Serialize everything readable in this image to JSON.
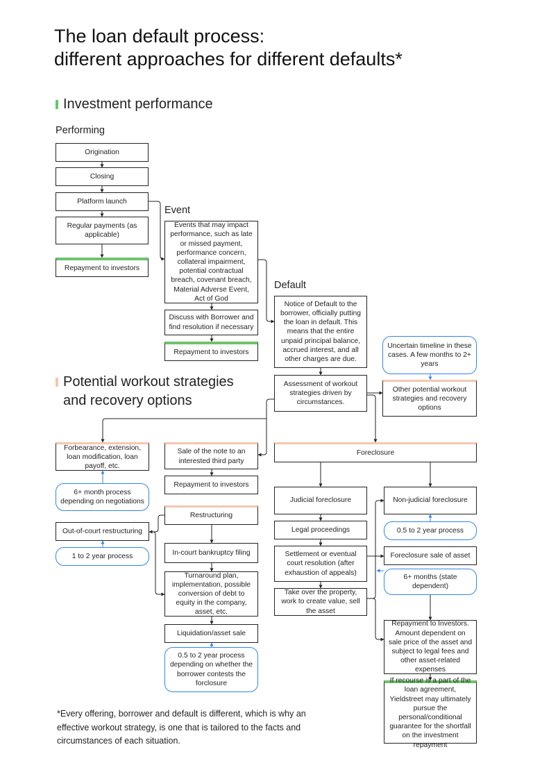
{
  "header": {
    "title_line1": "The loan default process:",
    "title_line2": "different approaches for different defaults*"
  },
  "sections": {
    "investment_performance": "Investment performance",
    "workout_strategies_line1": "Potential workout strategies",
    "workout_strategies_line2": "and recovery options"
  },
  "colors": {
    "performance_bar": "#6cc46a",
    "workout_bar": "#f4c7ae",
    "timeline_border": "#2f86e8",
    "repayment_accent": "#6cc46a",
    "strategy_accent": "#f4c7ae"
  },
  "phases": {
    "performing": "Performing",
    "event": "Event",
    "default": "Default"
  },
  "boxes": {
    "origination": "Origination",
    "closing": "Closing",
    "platform_launch": "Platform launch",
    "regular_payments": "Regular payments (as applicable)",
    "repayment_performing": "Repayment to investors",
    "events_impact": "Events that may impact performance, such as late or missed payment, performance concern, collateral impairment, potential contractual breach, covenant breach, Material Adverse Event, Act of God",
    "discuss_borrower": "Discuss with Borrower and find resolution if necessary",
    "repayment_event": "Repayment to investors",
    "notice_default": "Notice of Default to the borrower, officially putting the loan in default. This means that the entire unpaid principal balance, accrued interest, and all other charges are due.",
    "assessment": "Assessment of workout strategies driven by circumstances.",
    "uncertain_timeline": "Uncertain timeline in these cases. A few months to 2+ years",
    "other_strategies": "Other potential workout strategies and recovery options",
    "forbearance": "Forbearance, extension, loan modification, loan payoff, etc.",
    "sale_note": "Sale of the note to an interested third party",
    "foreclosure": "Foreclosure",
    "repayment_sale": "Repayment to investors",
    "six_month_negotiations": "6+ month process depending on negotiations",
    "judicial_foreclosure": "Judicial foreclosure",
    "nonjudicial_foreclosure": "Non-judicial foreclosure",
    "restructuring": "Restructuring",
    "out_of_court": "Out-of-court restructuring",
    "legal_proceedings": "Legal proceedings",
    "half_to_two_years": "0.5 to 2 year process",
    "one_to_two_years": "1 to 2 year process",
    "bankruptcy_filing": "In-court bankruptcy filing",
    "settlement": "Settlement or eventual court resolution (after exhaustion of appeals)",
    "foreclosure_sale": "Foreclosure sale of asset",
    "six_months_state": "6+ months (state dependent)",
    "turnaround_plan": "Turnaround plan, implementation, possible conversion of debt to equity in the company, asset, etc.",
    "take_over_property": "Take over the property, work to create value, sell the asset",
    "liquidation": "Liquidation/asset sale",
    "repayment_amount": "Repayment to Investors. Amount dependent on sale price of the asset and subject to legal fees and other asset-related expenses",
    "contest_process": "0.5 to 2 year process depending on whether the borrower contests the forclosure",
    "recourse": "If recourse is a part of the loan agreement, Yieldstreet may ultimately pursue the personal/conditional guarantee for the shortfall on the investment repayment"
  },
  "footnote": "*Every offering, borrower and default is different, which is why an effective workout strategy, is one that is tailored to the facts and circumstances of each situation."
}
